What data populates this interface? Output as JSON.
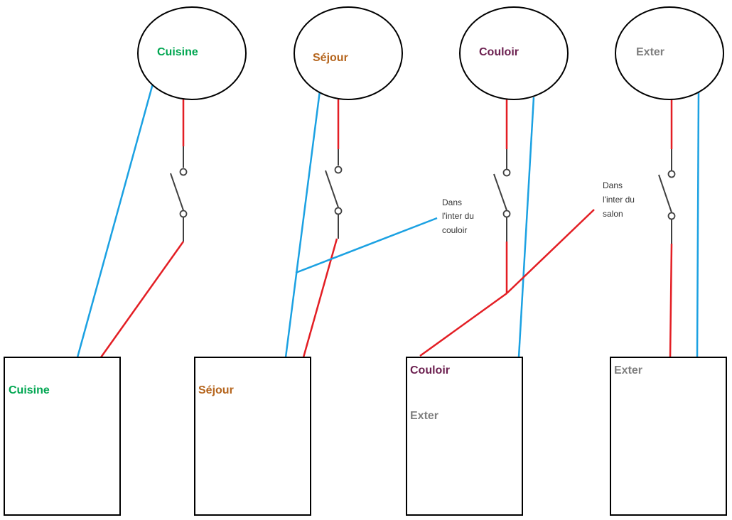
{
  "colors": {
    "cuisine": "#00a651",
    "sejour": "#b5651d",
    "couloir": "#6b1f4f",
    "exter": "#7f7f7f",
    "phase_wire": "#e31e24",
    "return_wire": "#1ba1e2"
  },
  "lamps": [
    {
      "label": "Cuisine"
    },
    {
      "label": "Séjour"
    },
    {
      "label": "Couloir"
    },
    {
      "label": "Exter"
    }
  ],
  "boxes": [
    {
      "labels": [
        "Cuisine"
      ]
    },
    {
      "labels": [
        "Séjour"
      ]
    },
    {
      "labels": [
        "Couloir",
        "Exter"
      ]
    },
    {
      "labels": [
        "Exter"
      ]
    }
  ],
  "annotations": [
    {
      "lines": [
        "Dans",
        "l'inter du",
        "couloir"
      ]
    },
    {
      "lines": [
        "Dans",
        "l'inter du",
        "salon"
      ]
    }
  ]
}
